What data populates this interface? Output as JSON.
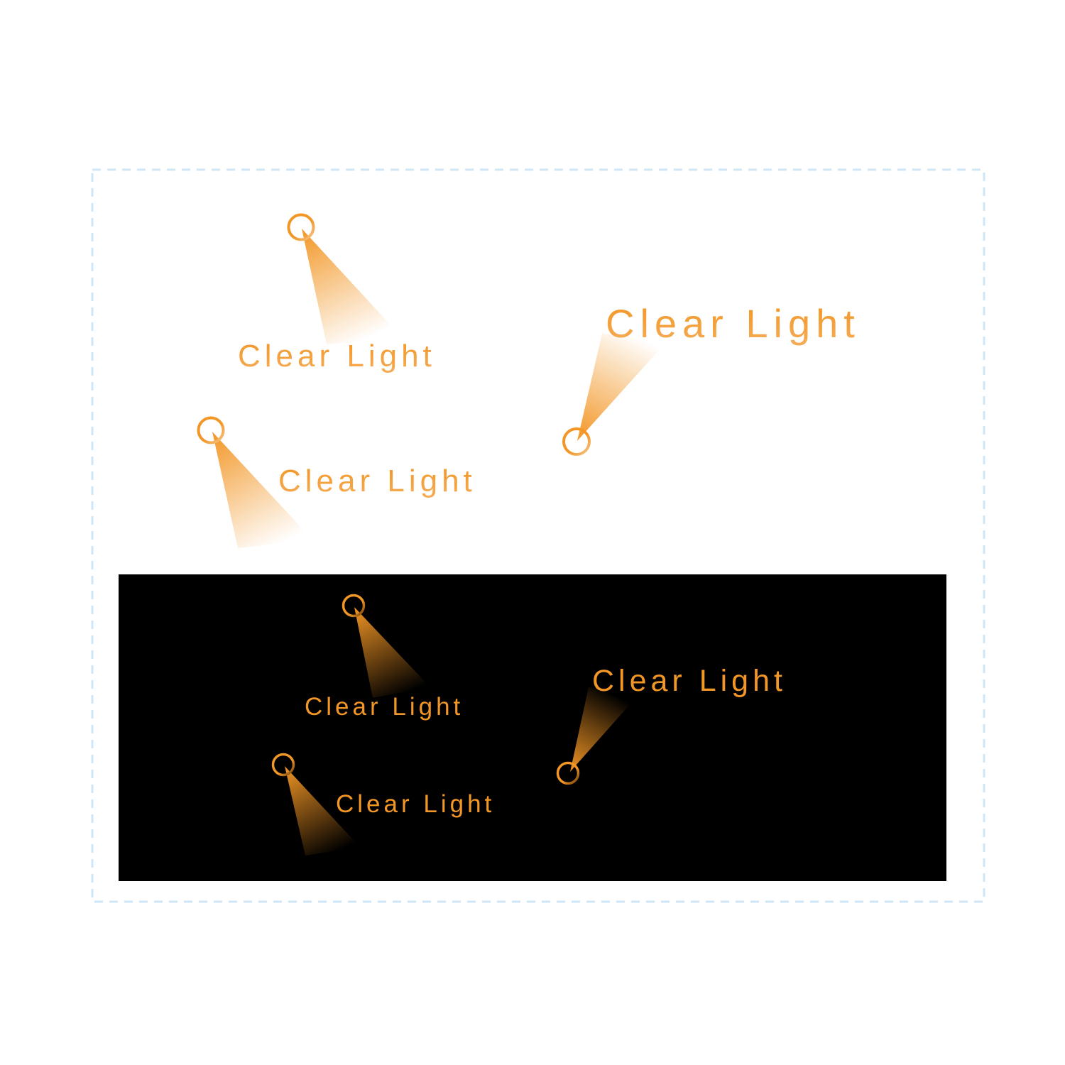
{
  "artboard": {
    "guide_color": "#cfe6f7",
    "page_color": "#ffffff",
    "dark_panel_color": "#000000"
  },
  "brand": {
    "accent_color": "#f29625",
    "fade_light": "#ffffff",
    "fade_dark": "#000000"
  },
  "logos": [
    {
      "id": "light-1",
      "text": "Clear Light",
      "panel": "light",
      "orientation": "beam-down"
    },
    {
      "id": "light-2",
      "text": "Clear Light",
      "panel": "light",
      "orientation": "beam-up"
    },
    {
      "id": "light-3",
      "text": "Clear Light",
      "panel": "light",
      "orientation": "beam-down"
    },
    {
      "id": "dark-1",
      "text": "Clear Light",
      "panel": "dark",
      "orientation": "beam-down"
    },
    {
      "id": "dark-2",
      "text": "Clear Light",
      "panel": "dark",
      "orientation": "beam-up"
    },
    {
      "id": "dark-3",
      "text": "Clear Light",
      "panel": "dark",
      "orientation": "beam-down"
    }
  ]
}
